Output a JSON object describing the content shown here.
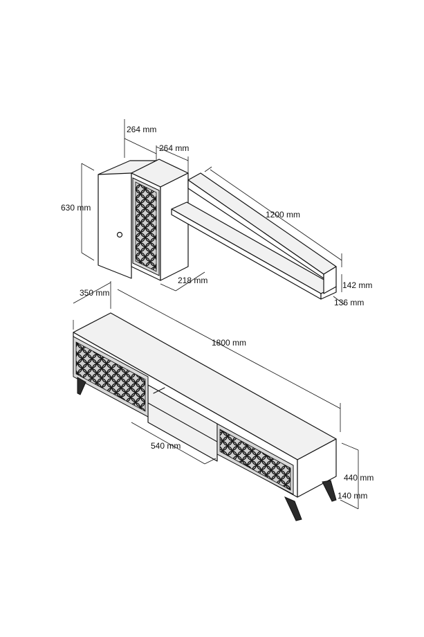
{
  "wall_cabinet": {
    "depth_label": "264 mm",
    "width_label": "264 mm",
    "height_label": "630 mm",
    "side_depth_label": "218 mm"
  },
  "shelf": {
    "length_label": "1200 mm",
    "height_label": "142 mm",
    "depth_label": "136 mm"
  },
  "tv_unit": {
    "depth_label": "350 mm",
    "length_label": "1800 mm",
    "door_width_label": "540 mm",
    "height_label": "440 mm",
    "leg_height_label": "140 mm"
  }
}
